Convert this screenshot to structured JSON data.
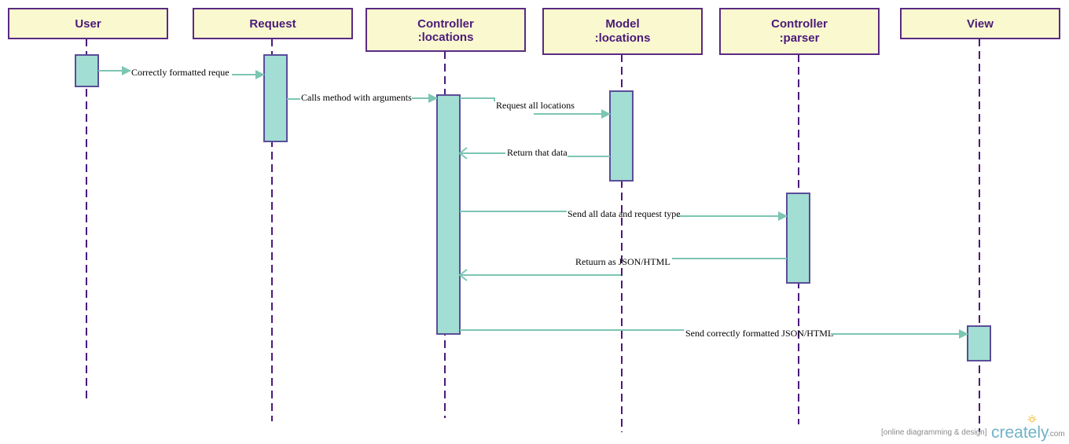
{
  "colors": {
    "header_fill": "#f9f8cf",
    "header_stroke": "#5a2a82",
    "header_text": "#4a1a7a",
    "lifeline": "#4a1a7a",
    "activation_fill": "#a2ded3",
    "activation_stroke": "#5a4d9a",
    "message_line": "#7cc6b3",
    "watermark_brand": "#6fb3c7"
  },
  "lifelines": [
    {
      "id": "user",
      "lines": [
        "User"
      ]
    },
    {
      "id": "request",
      "lines": [
        "Request"
      ]
    },
    {
      "id": "controller-locations",
      "lines": [
        "Controller",
        ":locations"
      ]
    },
    {
      "id": "model-locations",
      "lines": [
        "Model",
        ":locations"
      ]
    },
    {
      "id": "controller-parser",
      "lines": [
        "Controller",
        ":parser"
      ]
    },
    {
      "id": "view",
      "lines": [
        "View"
      ]
    }
  ],
  "messages": [
    {
      "id": "msg-1",
      "from": "user",
      "to": "request",
      "label": "Correctly formatted reque"
    },
    {
      "id": "msg-2",
      "from": "request",
      "to": "controller-locations",
      "label": "Calls method with arguments"
    },
    {
      "id": "msg-3",
      "from": "controller-locations",
      "to": "model-locations",
      "label": "Request all locations"
    },
    {
      "id": "msg-4",
      "from": "model-locations",
      "to": "controller-locations",
      "label": "Return that data"
    },
    {
      "id": "msg-5",
      "from": "controller-locations",
      "to": "controller-parser",
      "label": "Send all data and request type"
    },
    {
      "id": "msg-6",
      "from": "controller-parser",
      "to": "controller-locations",
      "label": "Retuurn as JSON/HTML"
    },
    {
      "id": "msg-7",
      "from": "controller-locations",
      "to": "view",
      "label": "Send correctly formatted JSON/HTML"
    }
  ],
  "watermark": {
    "tagline": "[online diagramming & design]",
    "brand": "creately",
    "suffix": ".com"
  }
}
